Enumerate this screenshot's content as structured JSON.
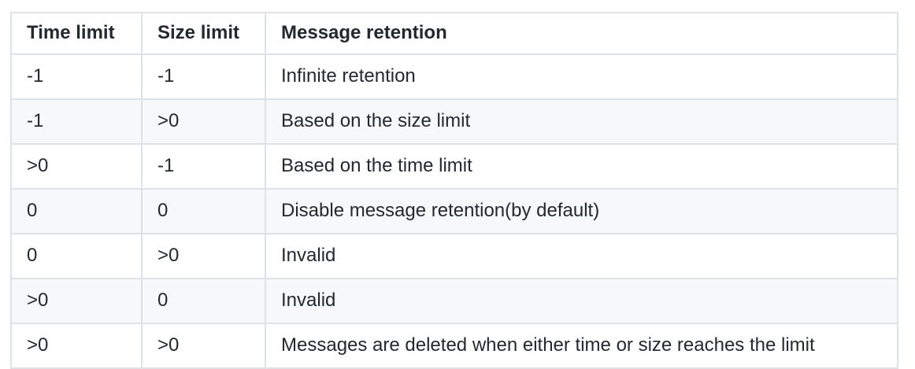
{
  "table": {
    "name": "message-retention-rules",
    "columns": [
      {
        "key": "time_limit",
        "label": "Time limit"
      },
      {
        "key": "size_limit",
        "label": "Size limit"
      },
      {
        "key": "message_retention",
        "label": "Message retention"
      }
    ],
    "rows": [
      {
        "time_limit": "-1",
        "size_limit": "-1",
        "message_retention": "Infinite retention"
      },
      {
        "time_limit": "-1",
        "size_limit": ">0",
        "message_retention": "Based on the size limit"
      },
      {
        "time_limit": ">0",
        "size_limit": "-1",
        "message_retention": "Based on the time limit"
      },
      {
        "time_limit": "0",
        "size_limit": "0",
        "message_retention": "Disable message retention(by default)"
      },
      {
        "time_limit": "0",
        "size_limit": ">0",
        "message_retention": "Invalid"
      },
      {
        "time_limit": ">0",
        "size_limit": "0",
        "message_retention": "Invalid"
      },
      {
        "time_limit": ">0",
        "size_limit": ">0",
        "message_retention": "Messages are deleted when either time or size reaches the limit"
      }
    ],
    "colors": {
      "border": "#dfe2e5",
      "alt_row_background": "#f6f8fa",
      "row_background": "#ffffff",
      "text": "#24292e",
      "page_background": "#ffffff"
    }
  }
}
